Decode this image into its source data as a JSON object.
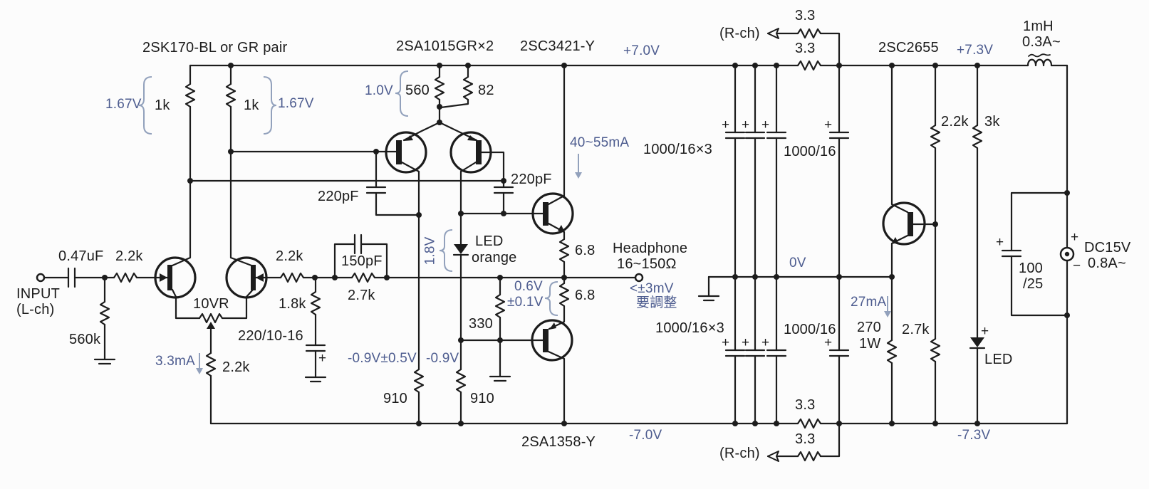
{
  "colors": {
    "ink": "#1c1c1c",
    "annotation_blue": "#4d5c8f",
    "guide_blue": "#92a1bc",
    "background": "#fcfcfc"
  },
  "devices": {
    "input_pair": "2SK170-BL or GR pair",
    "vas_pair": "2SA1015GR×2",
    "driver_npn": "2SC3421-Y",
    "driver_pnp": "2SA1358-Y",
    "regulator_npn": "2SC2655"
  },
  "power": {
    "rail_top": "+7.0V",
    "rail_bottom": "-7.0V",
    "rail_top_right": "+7.3V",
    "rail_bottom_right": "-7.3V",
    "rail_mid": "0V",
    "supply_line1": "DC15V",
    "supply_line2": "0.8A~"
  },
  "input": {
    "line1": "INPUT",
    "line2": "(L-ch)",
    "coupling_cap": "0.47uF",
    "series_resistor": "2.2k",
    "shunt_resistor": "560k"
  },
  "frontend": {
    "drain_r_left": "1k",
    "drain_r_right": "1k",
    "drain_v_left": "1.67V",
    "drain_v_right": "1.67V",
    "trim_pot": "10VR",
    "tail_resistor": "2.2k",
    "tail_current": "3.3mA",
    "gate2_resistor": "2.2k",
    "fb_cap": "150pF",
    "fb_resistor": "2.7k",
    "gnd_resistor": "1.8k",
    "gnd_cap": "220/10-16"
  },
  "vas": {
    "emitter_r_left": "560",
    "emitter_r_right": "82",
    "emitter_v": "1.0V",
    "miller_left": "220pF",
    "miller_right": "220pF",
    "load_left": "910",
    "load_right": "910",
    "bias_led_line1": "LED",
    "bias_led_line2": "orange",
    "bias_led_v": "1.8V",
    "vas_v_left": "-0.9V±0.5V",
    "vas_v_right": "-0.9V",
    "base_pull": "330"
  },
  "output": {
    "current": "40~55mA",
    "emitter_r_top": "6.8",
    "emitter_r_bottom": "6.8",
    "emitter_v": "0.6V",
    "emitter_v_tol": "±0.1V",
    "load_line1": "Headphone",
    "load_line2": "16~150Ω",
    "offset": "<±3mV",
    "offset_note": "要調整"
  },
  "psu": {
    "rch_top": "(R-ch)",
    "rch_bottom": "(R-ch)",
    "link_r_top1": "3.3",
    "link_r_top2": "3.3",
    "link_r_bot1": "3.3",
    "link_r_bot2": "3.3",
    "bank_top": "1000/16×3",
    "single_top": "1000/16",
    "bank_bottom": "1000/16×3",
    "single_bottom": "1000/16",
    "reg_base_r_top": "2.2k",
    "reg_base_r_bottom": "2.7k",
    "reg_bleed_r": "3k",
    "reg_emitter_r_line1": "270",
    "reg_emitter_r_line2": "1W",
    "reg_current": "27mA",
    "pilot_led": "LED",
    "choke_line1": "1mH",
    "choke_line2": "0.3A~",
    "reservoir_line1": "100",
    "reservoir_line2": "/25"
  },
  "polarity": {
    "plus": "+",
    "minus": "−"
  }
}
